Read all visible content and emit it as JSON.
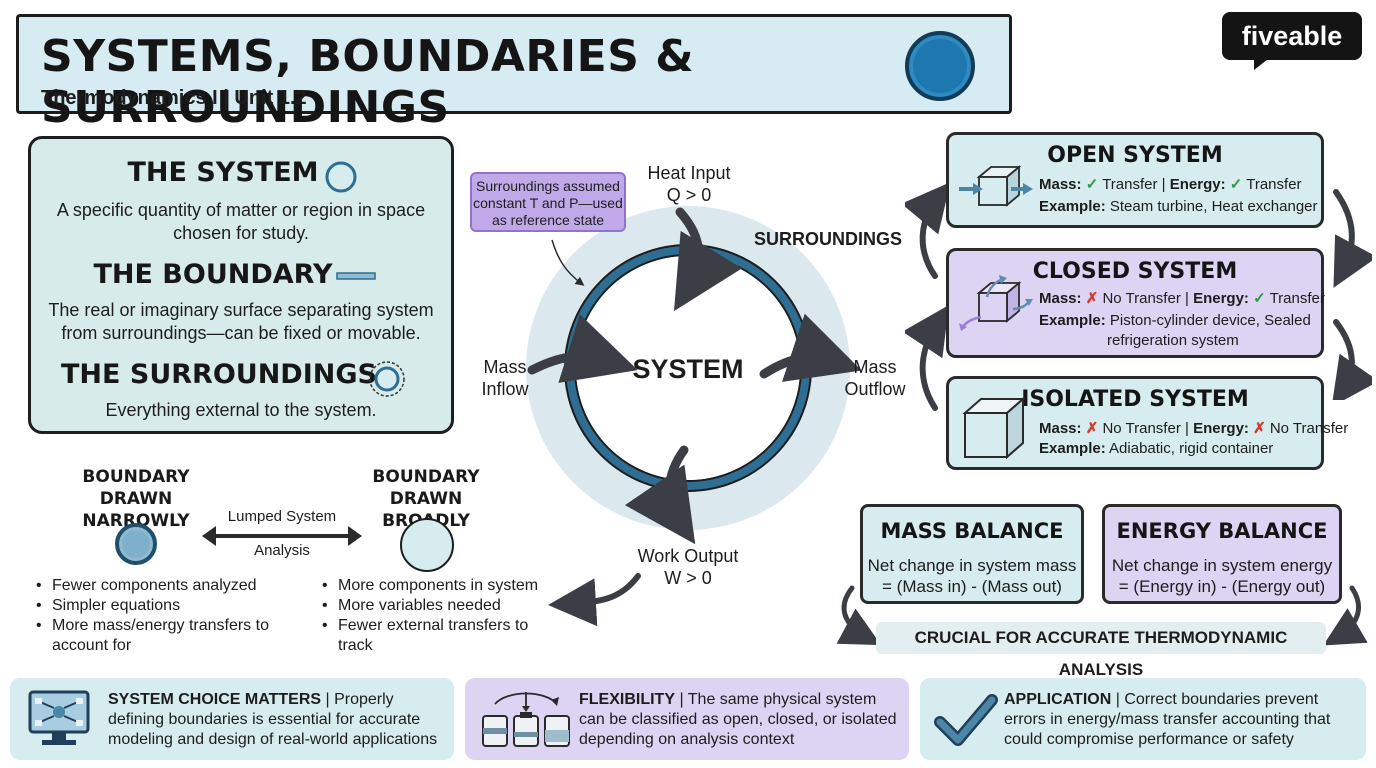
{
  "header": {
    "title": "SYSTEMS, BOUNDARIES & SURROUNDINGS",
    "subtitle": "Thermodynamics I | Unit 1.2",
    "logo": "fiveable"
  },
  "definitions": {
    "system": {
      "title": "THE SYSTEM",
      "text": "A specific quantity of matter or region in space chosen for study."
    },
    "boundary": {
      "title": "THE BOUNDARY",
      "text": "The real or imaginary surface separating system from surroundings—can be fixed or movable."
    },
    "surroundings": {
      "title": "THE SURROUNDINGS",
      "text": "Everything external to the system."
    }
  },
  "diagram": {
    "note": "Surroundings assumed constant T and P—used as reference state",
    "heat_input": "Heat Input",
    "heat_sign": "Q > 0",
    "surroundings_label": "SURROUNDINGS",
    "system_label": "SYSTEM",
    "mass_inflow": [
      "Mass",
      "Inflow"
    ],
    "mass_outflow": [
      "Mass",
      "Outflow"
    ],
    "work_output": "Work Output",
    "work_sign": "W > 0"
  },
  "boundary_compare": {
    "narrow_title": [
      "BOUNDARY DRAWN",
      "NARROWLY"
    ],
    "broad_title": [
      "BOUNDARY DRAWN",
      "BROADLY"
    ],
    "arrow_label_top": "Lumped System",
    "arrow_label_bottom": "Analysis",
    "narrow_points": [
      "Fewer components analyzed",
      "Simpler equations",
      "More mass/energy transfers to account for"
    ],
    "broad_points": [
      "More components in system",
      "More variables needed",
      "Fewer external transfers to track"
    ]
  },
  "system_types": [
    {
      "title": "OPEN SYSTEM",
      "mass_label": "Mass:",
      "mass_mark": "✓",
      "mass_value": "Transfer",
      "energy_label": "Energy:",
      "energy_mark": "✓",
      "energy_value": "Transfer",
      "example_label": "Example:",
      "example": "Steam turbine, Heat exchanger",
      "example_line2": "",
      "color": "#d6ecee"
    },
    {
      "title": "CLOSED SYSTEM",
      "mass_label": "Mass:",
      "mass_mark": "✗",
      "mass_value": "No Transfer",
      "energy_label": "Energy:",
      "energy_mark": "✓",
      "energy_value": "Transfer",
      "example_label": "Example:",
      "example": "Piston-cylinder device, Sealed",
      "example_line2": "refrigeration system",
      "color": "#ddd3f3"
    },
    {
      "title": "ISOLATED SYSTEM",
      "mass_label": "Mass:",
      "mass_mark": "✗",
      "mass_value": "No Transfer",
      "energy_label": "Energy:",
      "energy_mark": "✗",
      "energy_value": "No Transfer",
      "example_label": "Example:",
      "example": "Adiabatic, rigid container",
      "example_line2": "",
      "color": "#d6ecee"
    }
  ],
  "balances": {
    "mass": {
      "title": "MASS BALANCE",
      "line1": "Net change in system mass",
      "line2": "= (Mass in) - (Mass out)"
    },
    "energy": {
      "title": "ENERGY BALANCE",
      "line1": "Net change in system energy",
      "line2": "= (Energy in) - (Energy out)"
    },
    "crucial": "CRUCIAL FOR ACCURATE THERMODYNAMIC ANALYSIS"
  },
  "footer": [
    {
      "title": "SYSTEM CHOICE MATTERS",
      "text": "Properly defining boundaries is essential for accurate modeling and design of real-world applications",
      "icon": "monitor-network-icon"
    },
    {
      "title": "FLEXIBILITY",
      "text": "The same physical system can be classified as open, closed, or isolated depending on analysis context",
      "icon": "containers-icon"
    },
    {
      "title": "APPLICATION",
      "text": "Correct boundaries prevent errors in energy/mass transfer accounting that could compromise performance or safety",
      "icon": "checkmark-icon"
    }
  ],
  "colors": {
    "header_bg": "#d7ebf2",
    "panel_teal": "#d6ecee",
    "panel_lavender": "#ddd3f3",
    "system_ring": "#2e6e92",
    "surroundings_disc": "#dbe8ee",
    "note_purple": "#c1a9e9",
    "check_green": "#2e9a48",
    "cross_red": "#d33a2c"
  }
}
